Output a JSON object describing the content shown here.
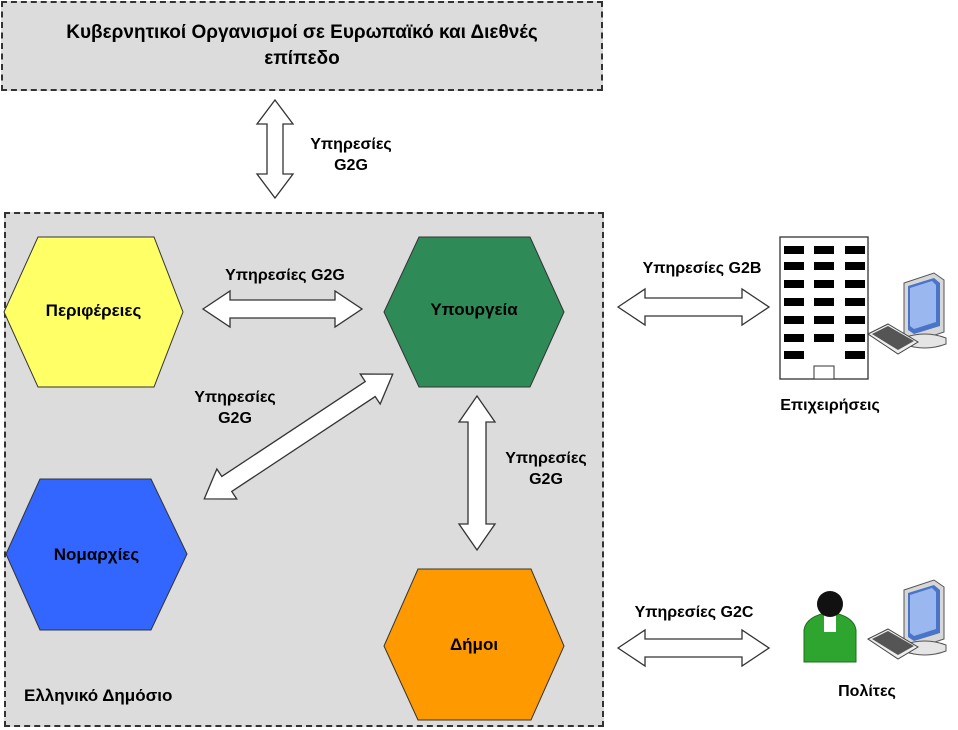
{
  "top_box": {
    "title_line1": "Κυβερνητικοί Οργανισμοί σε Ευρωπαϊκό και Διεθνές",
    "title_line2": "επίπεδο"
  },
  "public_sector": {
    "label": "Ελληνικό Δημόσιο"
  },
  "nodes": {
    "regions": {
      "label": "Περιφέρειες",
      "color": "#ffff66"
    },
    "ministries": {
      "label": "Υπουργεία",
      "color": "#2e8b57"
    },
    "prefectures": {
      "label": "Νομαρχίες",
      "color": "#3366ff"
    },
    "municipalities": {
      "label": "Δήμοι",
      "color": "#ff9900"
    },
    "businesses": {
      "label": "Επιχειρήσεις",
      "icon": "office-building-with-computer"
    },
    "citizens": {
      "label": "Πολίτες",
      "icon": "person-with-computer"
    }
  },
  "connections": {
    "international_g2g": {
      "line1": "Υπηρεσίες",
      "line2": "G2G"
    },
    "regions_ministries": {
      "label": "Υπηρεσίες G2G"
    },
    "prefectures_ministries": {
      "line1": "Υπηρεσίες",
      "line2": "G2G"
    },
    "ministries_municipalities": {
      "line1": "Υπηρεσίες",
      "line2": "G2G"
    },
    "g2b": {
      "label": "Υπηρεσίες G2B"
    },
    "g2c": {
      "label": "Υπηρεσίες G2C"
    }
  }
}
